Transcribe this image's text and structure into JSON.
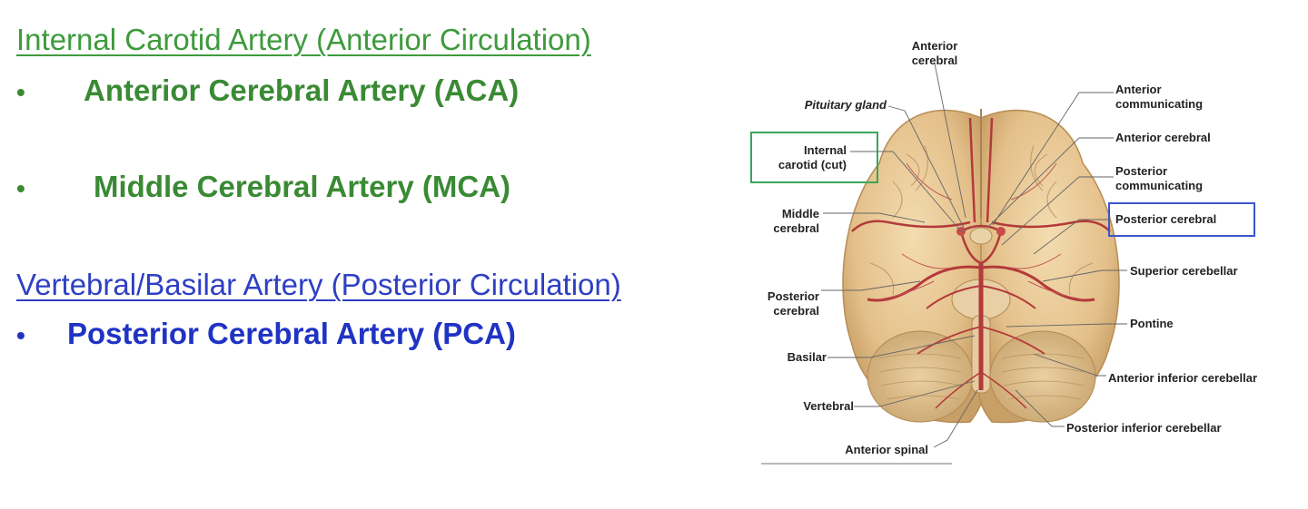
{
  "anterior_circulation": {
    "heading": "Internal Carotid Artery (Anterior Circulation)",
    "bullet": "•",
    "items": [
      "Anterior Cerebral Artery (ACA)",
      "Middle Cerebral Artery (MCA)"
    ]
  },
  "posterior_circulation": {
    "heading": "Vertebral/Basilar Artery (Posterior Circulation)",
    "bullet": "•",
    "items": [
      "Posterior Cerebral Artery (PCA)"
    ]
  },
  "figure": {
    "labels": {
      "anterior_cerebral_top": [
        "Anterior",
        "cerebral"
      ],
      "pituitary_gland": "Pituitary gland",
      "internal_carotid": [
        "Internal",
        "carotid (cut)"
      ],
      "middle_cerebral": [
        "Middle",
        "cerebral"
      ],
      "posterior_cerebral_left": [
        "Posterior",
        "cerebral"
      ],
      "basilar": "Basilar",
      "vertebral": "Vertebral",
      "anterior_spinal": "Anterior spinal",
      "anterior_communicating": [
        "Anterior",
        "communicating"
      ],
      "anterior_cerebral_right": "Anterior cerebral",
      "posterior_communicating": [
        "Posterior",
        "communicating"
      ],
      "posterior_cerebral_right": "Posterior cerebral",
      "superior_cerebellar": "Superior cerebellar",
      "pontine": "Pontine",
      "anterior_inferior_cerebellar": "Anterior inferior cerebellar",
      "posterior_inferior_cerebellar": "Posterior inferior cerebellar"
    },
    "highlight_colors": {
      "internal_carotid_box": "#3aa55a",
      "posterior_cerebral_box": "#3a55cc"
    }
  }
}
